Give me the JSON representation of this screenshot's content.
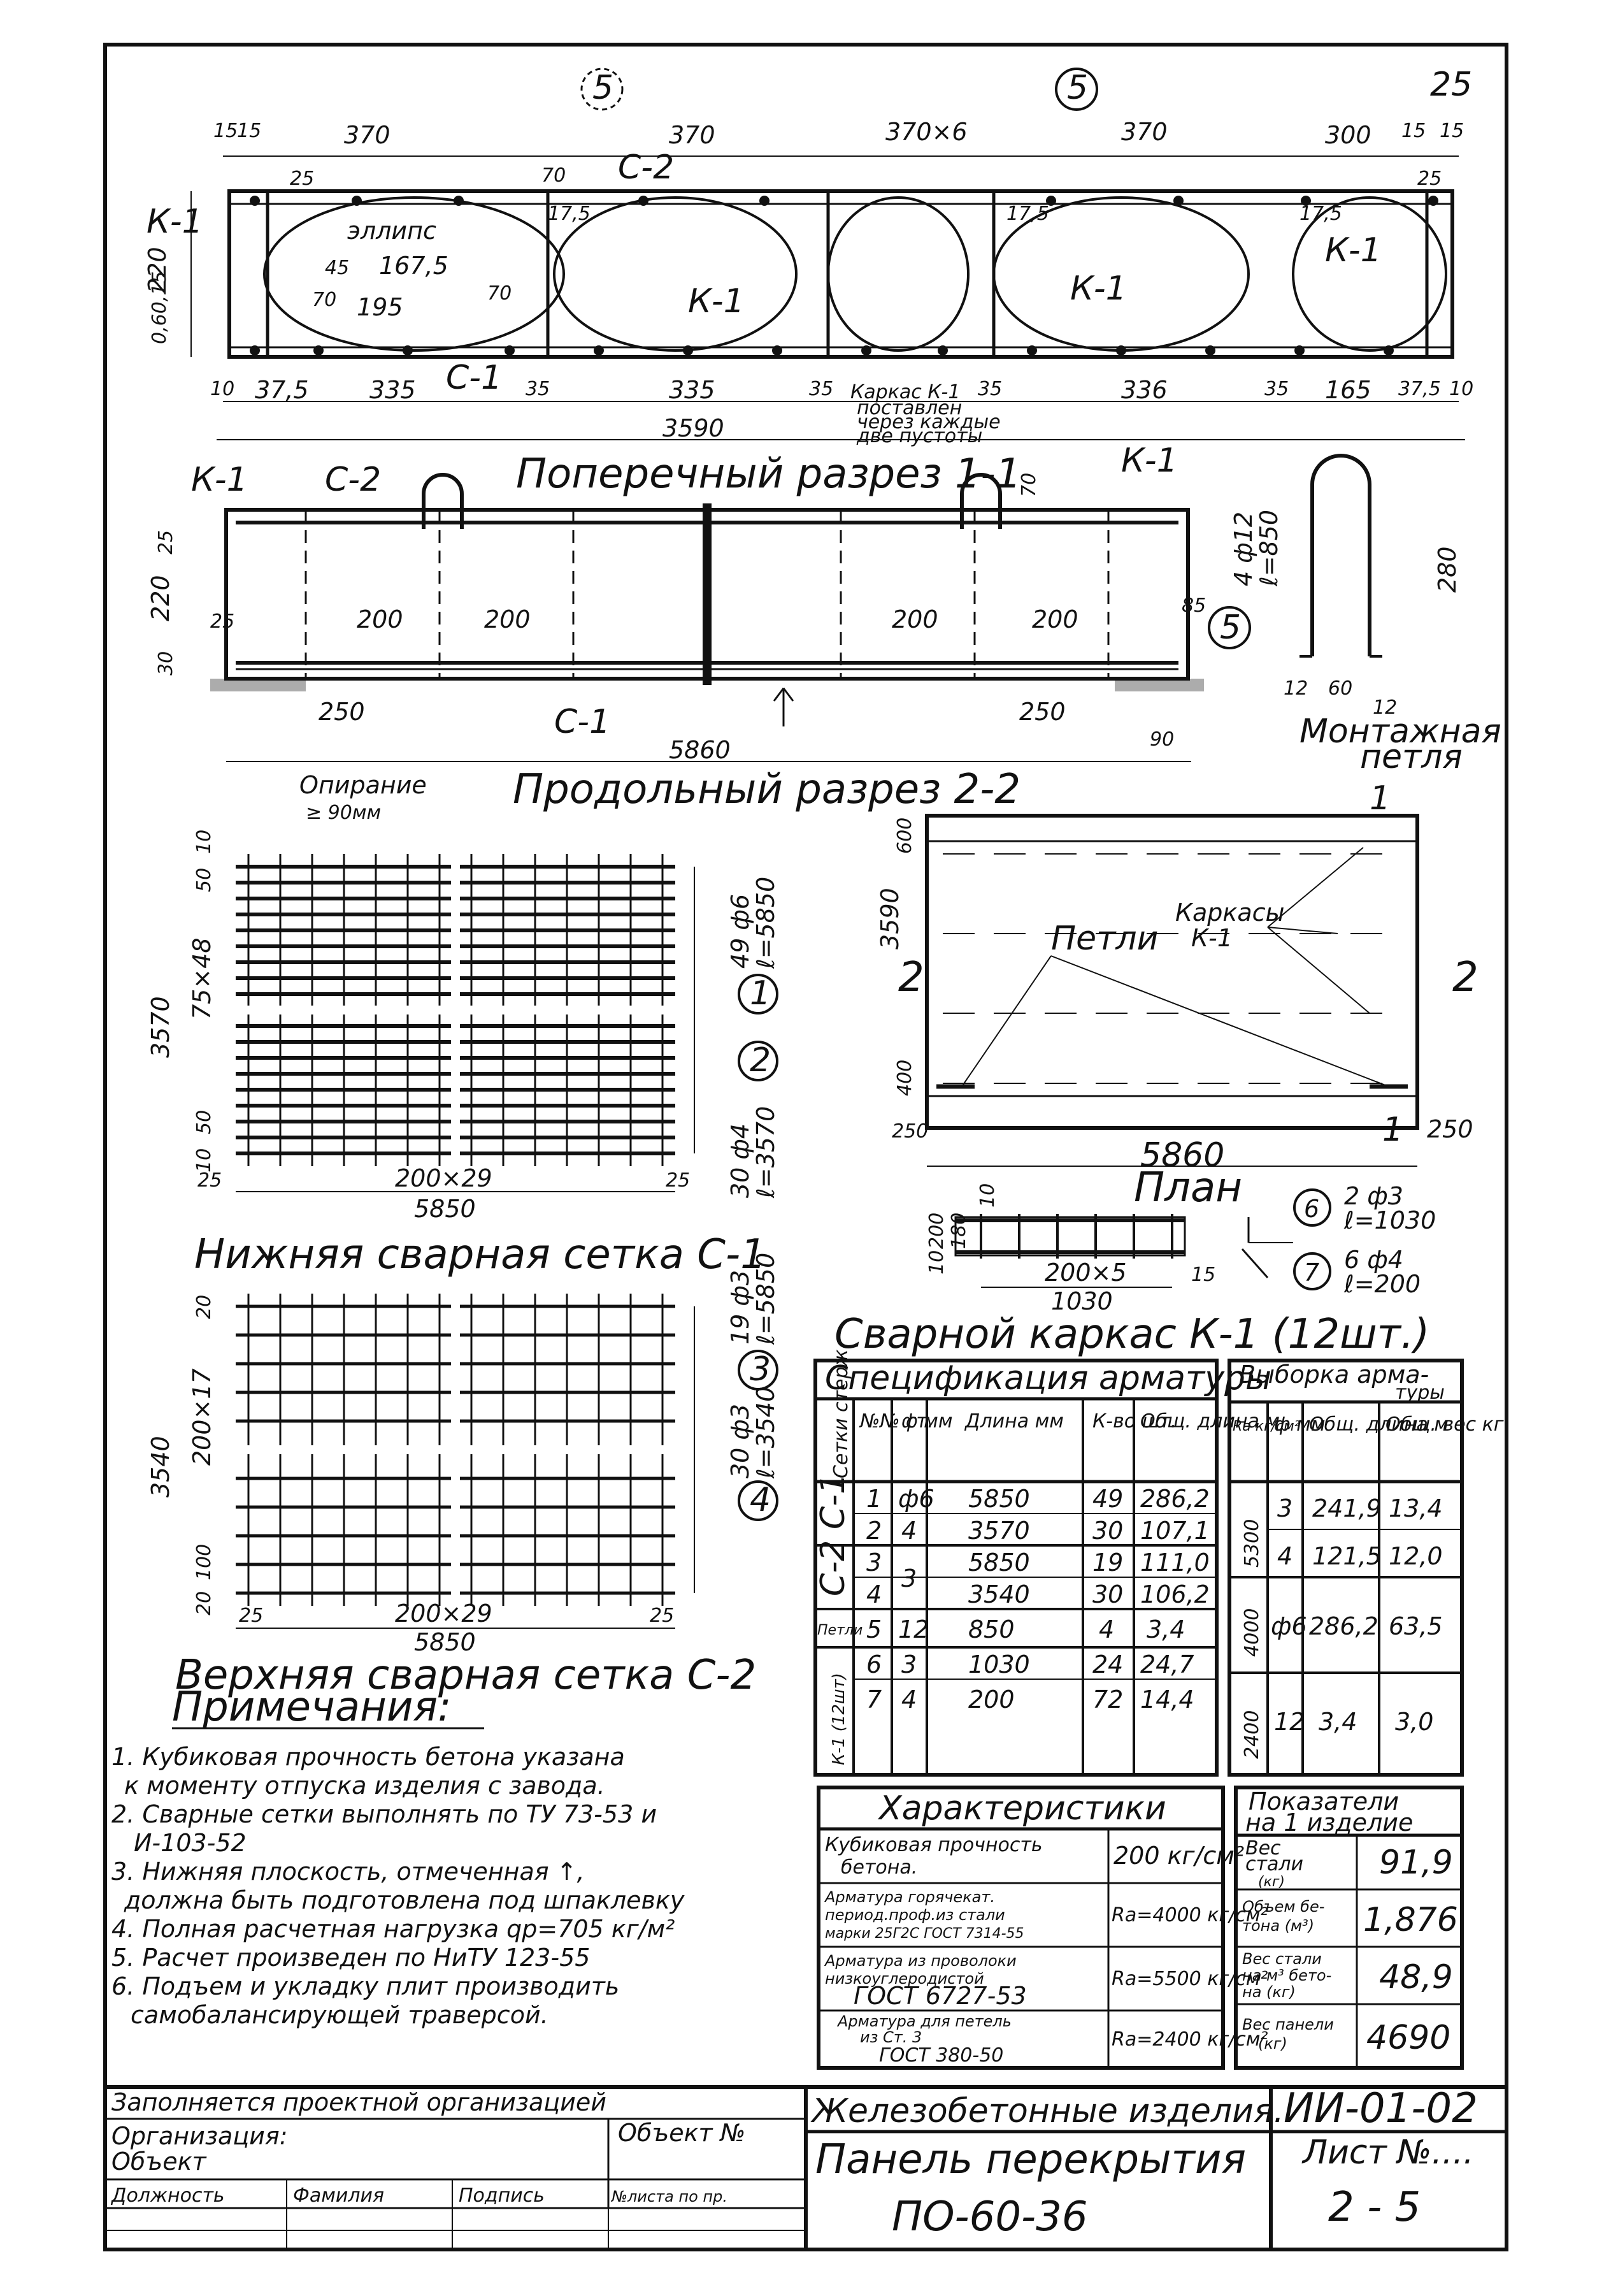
{
  "page_number": "25",
  "cross_section": {
    "title": "Поперечный разрез 1-1",
    "callout": "5",
    "dims_top": [
      "15",
      "15",
      "370",
      "370",
      "370×6",
      "370",
      "300",
      "15",
      "15"
    ],
    "dims_bottom": [
      "10",
      "37,5",
      "335",
      "35",
      "335",
      "35",
      "35",
      "336",
      "35",
      "165",
      "37,5",
      "10"
    ],
    "overall": "3590",
    "height": "220",
    "labels": {
      "k1_left": "К-1",
      "c2": "С-2",
      "c1": "С-1",
      "k1_mid": "К-1",
      "k1_mid2": "К-1",
      "k1_right": "К-1",
      "ellipse": "эллипс"
    },
    "inner_dims": [
      "167,5",
      "195",
      "70",
      "45",
      "70",
      "70",
      "17,5",
      "17,5",
      "17,5",
      "0,60,15",
      "25",
      "25"
    ],
    "frame_note": [
      "Каркас К-1",
      "поставлен",
      "через каждые",
      "две пустоты"
    ]
  },
  "long_section": {
    "title": "Продольный разрез 2-2",
    "labels": {
      "k1_left": "К-1",
      "c2": "С-2",
      "k1_right": "К-1",
      "c1": "С-1"
    },
    "dims": [
      "200",
      "200",
      "200",
      "200",
      "250",
      "250",
      "5860",
      "220",
      "25",
      "25",
      "30",
      "70",
      "85",
      "90"
    ],
    "support_note": [
      "Опирание",
      "≥ 90мм"
    ]
  },
  "loop": {
    "title": [
      "Монтажная",
      "петля"
    ],
    "callout": "5",
    "spec": [
      "4 ф12",
      "ℓ=850"
    ],
    "dims": [
      "280",
      "12",
      "60",
      "12"
    ]
  },
  "plan": {
    "title": "План",
    "marks": [
      "2",
      "2",
      "1",
      "1"
    ],
    "labels": {
      "loops": "Петли",
      "frames": "Каркасы",
      "frames_sub": "К-1"
    },
    "dims": [
      "3590",
      "600",
      "400",
      "250",
      "5860",
      "250"
    ]
  },
  "mesh_c1": {
    "title": "Нижняя сварная сетка С-1",
    "dims": [
      "3570",
      "75×48",
      "50",
      "50",
      "10",
      "10",
      "25",
      "200×29",
      "25",
      "5850"
    ],
    "specs": [
      {
        "callout": "1",
        "text": [
          "49 ф6",
          "ℓ=5850"
        ]
      },
      {
        "callout": "2",
        "text": [
          "30 ф4",
          "ℓ=3570"
        ]
      }
    ]
  },
  "mesh_c2": {
    "title": "Верхняя сварная сетка С-2",
    "dims": [
      "3540",
      "200×17",
      "20",
      "100",
      "20",
      "25",
      "200×29",
      "25",
      "5850"
    ],
    "specs": [
      {
        "callout": "3",
        "text": [
          "19 ф3",
          "ℓ=5850"
        ]
      },
      {
        "callout": "4",
        "text": [
          "30 ф3",
          "ℓ=3540"
        ]
      }
    ]
  },
  "frame_k1": {
    "title": "Сварной каркас К-1 (12шт.)",
    "dims": [
      "200",
      "180",
      "10",
      "10",
      "200×5",
      "1030",
      "15"
    ],
    "specs": [
      {
        "callout": "6",
        "text": [
          "2 ф3",
          "ℓ=1030"
        ]
      },
      {
        "callout": "7",
        "text": [
          "6 ф4",
          "ℓ=200"
        ]
      }
    ]
  },
  "spec_table": {
    "title": "Спецификация арматуры",
    "headers": [
      "Сетки стерж.",
      "№№ ст.",
      "ф мм",
      "Длина мм",
      "К-во шт.",
      "Общ. длина м"
    ],
    "groups": [
      {
        "name": "С-1",
        "rows": [
          [
            "1",
            "ф6",
            "5850",
            "49",
            "286,2"
          ],
          [
            "2",
            "4",
            "3570",
            "30",
            "107,1"
          ]
        ]
      },
      {
        "name": "С-2",
        "rows": [
          [
            "3",
            "3",
            "5850",
            "19",
            "111,0"
          ],
          [
            "4",
            "",
            "3540",
            "30",
            "106,2"
          ]
        ]
      },
      {
        "name": "Петли",
        "rows": [
          [
            "5",
            "12",
            "850",
            "4",
            "3,4"
          ]
        ]
      },
      {
        "name": "К-1 (12шт)",
        "rows": [
          [
            "6",
            "3",
            "1030",
            "24",
            "24,7"
          ],
          [
            "7",
            "4",
            "200",
            "72",
            "14,4"
          ]
        ]
      }
    ]
  },
  "selection_table": {
    "title": [
      "Выборка арма-",
      "туры"
    ],
    "headers": [
      "Rа кг/см²",
      "ф мм",
      "Общ. длина м",
      "Общ. вес кг"
    ],
    "groups": [
      {
        "ra": "5300",
        "rows": [
          [
            "3",
            "241,9",
            "13,4"
          ],
          [
            "4",
            "121,5",
            "12,0"
          ]
        ]
      },
      {
        "ra": "4000",
        "rows": [
          [
            "ф6",
            "286,2",
            "63,5"
          ]
        ]
      },
      {
        "ra": "2400",
        "rows": [
          [
            "12",
            "3,4",
            "3,0"
          ]
        ]
      }
    ]
  },
  "notes": {
    "title": "Примечания:",
    "items": [
      "1. Кубиковая прочность бетона указана",
      "к моменту отпуска изделия с завода.",
      "2. Сварные сетки выполнять по ТУ 73-53 и",
      "И-103-52",
      "3. Нижняя плоскость, отмеченная ↑,",
      "должна быть подготовлена под шпаклевку",
      "4. Полная расчетная нагрузка qр=705 кг/м²",
      "5. Расчет произведен по НиТУ 123-55",
      "6. Подъем и укладку плит производить",
      "самобалансирующей траверсой."
    ]
  },
  "characteristics": {
    "title": "Характеристики",
    "rows": [
      {
        "label": [
          "Кубиковая прочность",
          "бетона."
        ],
        "value": "200 кг/см²"
      },
      {
        "label": [
          "Арматура горячекат.",
          "период.проф.из стали",
          "марки 25Г2С ГОСТ 7314-55"
        ],
        "value": "Rа=4000 кг/см²"
      },
      {
        "label": [
          "Арматура из проволоки",
          "низкоуглеродистой",
          "ГОСТ 6727-53"
        ],
        "value": "Rа=5500 кг/см²"
      },
      {
        "label": [
          "Арматура для петель",
          "из Ст. 3",
          "ГОСТ 380-50"
        ],
        "value": "Rа=2400 кг/см²"
      }
    ]
  },
  "indicators": {
    "title": [
      "Показатели",
      "на 1 изделие"
    ],
    "rows": [
      {
        "label": [
          "Вес",
          "стали",
          "(кг)"
        ],
        "value": "91,9"
      },
      {
        "label": [
          "Объем бе-",
          "тона (м³)"
        ],
        "value": "1,876"
      },
      {
        "label": [
          "Вес стали",
          "на м³ бето-",
          "на (кг)"
        ],
        "value": "48,9"
      },
      {
        "label": [
          "Вес панели",
          "(кг)"
        ],
        "value": "4690"
      }
    ]
  },
  "title_block": {
    "filled_by": "Заполняется проектной организацией",
    "organization": "Организация:",
    "object": "Объект",
    "object_no": "Объект №",
    "position": "Должность",
    "surname": "Фамилия",
    "signature": "Подпись",
    "sheet_no_order": "№листа по пр.",
    "category": "Железобетонные изделия.",
    "series": "ИИ-01-02",
    "product": "Панель перекрытия",
    "mark": "ПО-60-36",
    "sheet_label": "Лист №....",
    "sheet": "2 - 5"
  }
}
